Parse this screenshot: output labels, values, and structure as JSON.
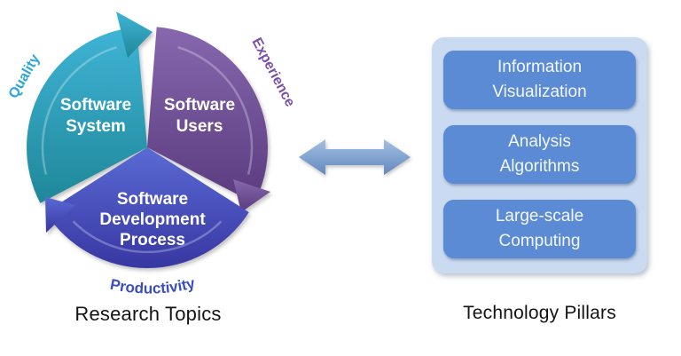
{
  "research": {
    "caption": "Research Topics",
    "wedges": [
      {
        "name": "software-system",
        "line1": "Software",
        "line2": "System"
      },
      {
        "name": "software-users",
        "line1": "Software",
        "line2": "Users"
      },
      {
        "name": "software-development-process",
        "line1": "Software",
        "line2": "Development",
        "line3": "Process"
      }
    ],
    "labels": {
      "quality": "Quality",
      "experience": "Experience",
      "productivity": "Productivity"
    }
  },
  "connector": {
    "icon": "double-headed-arrow"
  },
  "technology": {
    "caption": "Technology Pillars",
    "pillars": [
      {
        "line1": "Information",
        "line2": "Visualization"
      },
      {
        "line1": "Analysis",
        "line2": "Algorithms"
      },
      {
        "line1": "Large-scale",
        "line2": "Computing"
      }
    ]
  },
  "colors": {
    "teal_top": "#3fb4d6",
    "teal_bottom": "#1f8799",
    "purple_top": "#8767ae",
    "purple_bottom": "#5a3b7e",
    "blue_top": "#5a6ad4",
    "blue_bottom": "#3837a2",
    "arrow_top": "#a4c0e4",
    "arrow_bottom": "#6288bb",
    "panel_bg": "#c9daf1",
    "pillar_bg": "#5b8bd5",
    "pillar_text": "#f4f8fc",
    "wedge_text": "#ffffff",
    "quality": "#2ba7d9",
    "experience": "#7a50a8",
    "productivity": "#3a4dc2",
    "caption_text": "#141414"
  }
}
